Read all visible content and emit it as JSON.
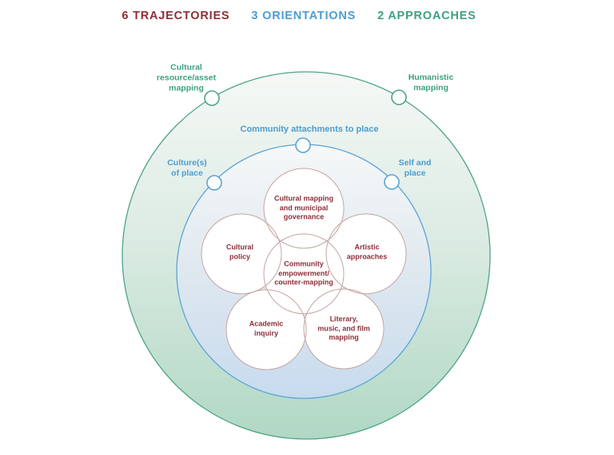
{
  "legend": {
    "trajectories": "6 TRAJECTORIES",
    "orientations": "3 ORIENTATIONS",
    "approaches": "2 APPROACHES"
  },
  "approaches": {
    "items": [
      {
        "label": "Cultural\nresource/asset\nmapping"
      },
      {
        "label": "Humanistic\nmapping"
      }
    ]
  },
  "orientations": {
    "items": [
      {
        "label": "Community attachments to place"
      },
      {
        "label": "Culture(s)\nof place"
      },
      {
        "label": "Self and\nplace"
      }
    ]
  },
  "trajectories": {
    "items": [
      {
        "label": "Cultural mapping\nand municipal\ngovernance"
      },
      {
        "label": "Cultural\npolicy"
      },
      {
        "label": "Artistic\napproaches"
      },
      {
        "label": "Community\nempowerment/\ncounter-mapping"
      },
      {
        "label": "Academic\ninquiry"
      },
      {
        "label": "Literary,\nmusic, and film\nmapping"
      }
    ]
  },
  "colors": {
    "maroon": "#8e2e38",
    "blue": "#4a9ed2",
    "green": "#3da183",
    "outer-stroke": "#4fa486",
    "blue-stroke": "#5ca3d6",
    "rose-stroke": "#c4a5a1",
    "green-grad-top": "#f5f8f6",
    "green-grad-mid": "#dcebe3",
    "green-grad-bottom": "#b0d8c4",
    "blue-grad-top": "#f6f8f8",
    "blue-grad-mid": "#dfe8ef",
    "blue-grad-bottom": "#c7dbee",
    "circle-fill": "#ffffff"
  }
}
